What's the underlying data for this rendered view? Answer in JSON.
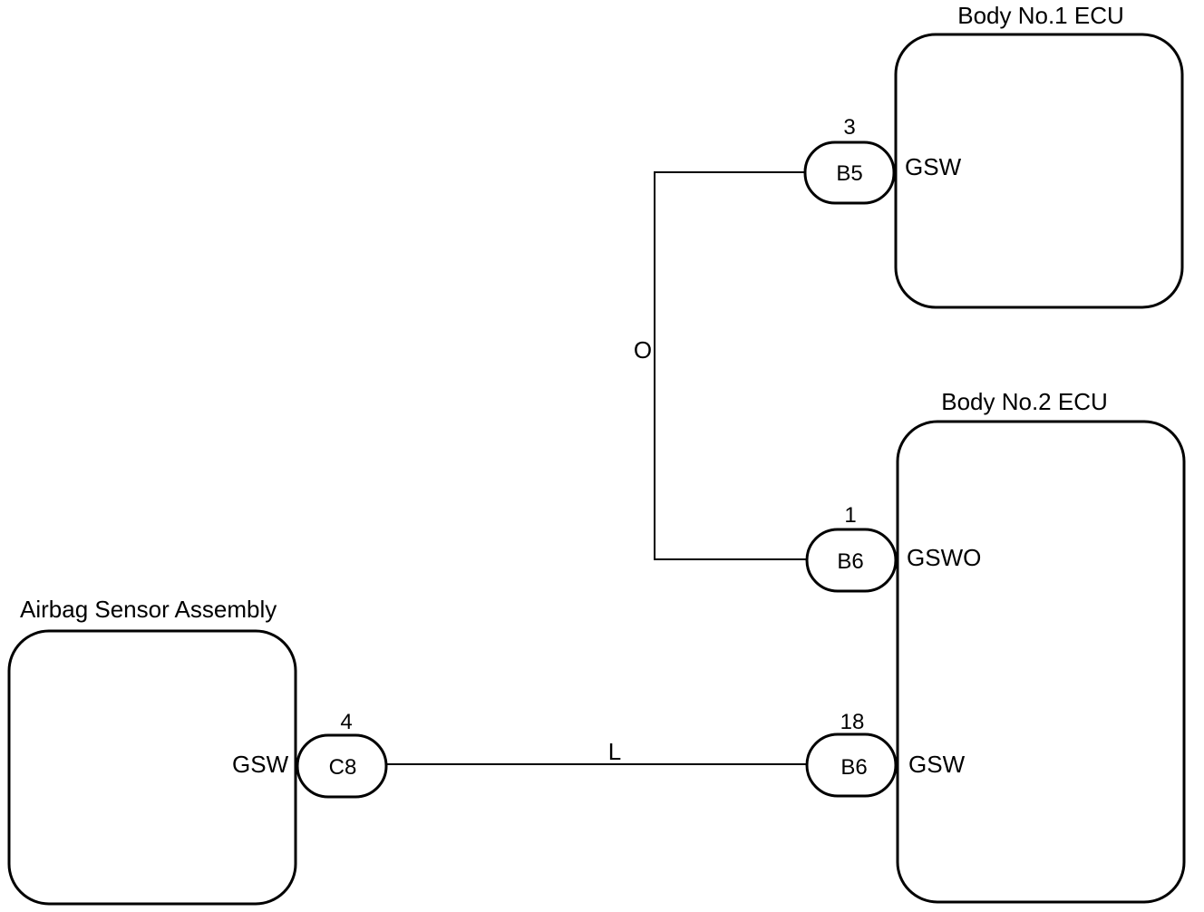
{
  "components": {
    "body1": {
      "title": "Body No.1 ECU",
      "terminal": "GSW",
      "connector": "B5",
      "pin": "3"
    },
    "body2": {
      "title": "Body No.2 ECU",
      "terminal_top": "GSWO",
      "connector_top": "B6",
      "pin_top": "1",
      "terminal_bottom": "GSW",
      "connector_bottom": "B6",
      "pin_bottom": "18"
    },
    "airbag": {
      "title": "Airbag Sensor Assembly",
      "terminal": "GSW",
      "connector": "C8",
      "pin": "4"
    }
  },
  "wires": {
    "orange": {
      "color_code": "O"
    },
    "blue": {
      "color_code": "L"
    }
  }
}
